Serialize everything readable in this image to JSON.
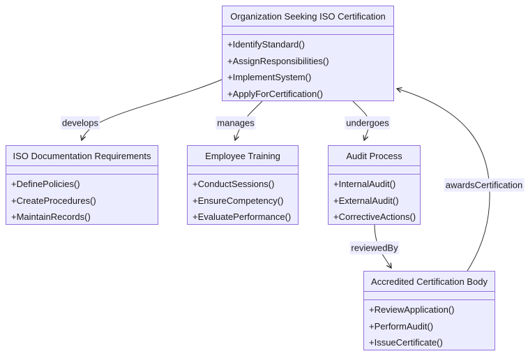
{
  "diagram": {
    "type": "uml-class-diagram",
    "colors": {
      "node_fill": "#ECECFF",
      "node_border": "#9370DB",
      "edge_line": "#333333",
      "edge_label_bg": "#ECECFF",
      "text": "#1a1a1a",
      "background": "#ffffff"
    }
  },
  "classes": [
    {
      "name": "Organization Seeking ISO Certification",
      "methods": [
        "+IdentifyStandard()",
        "+AssignResponsibilities()",
        "+ImplementSystem()",
        "+ApplyForCertification()"
      ]
    },
    {
      "name": "ISO Documentation Requirements",
      "methods": [
        "+DefinePolicies()",
        "+CreateProcedures()",
        "+MaintainRecords()"
      ]
    },
    {
      "name": "Employee Training",
      "methods": [
        "+ConductSessions()",
        "+EnsureCompetency()",
        "+EvaluatePerformance()"
      ]
    },
    {
      "name": "Audit Process",
      "methods": [
        "+InternalAudit()",
        "+ExternalAudit()",
        "+CorrectiveActions()"
      ]
    },
    {
      "name": "Accredited Certification Body",
      "methods": [
        "+ReviewApplication()",
        "+PerformAudit()",
        "+IssueCertificate()"
      ]
    }
  ],
  "edges": [
    {
      "label": "develops",
      "from": "Organization Seeking ISO Certification",
      "to": "ISO Documentation Requirements"
    },
    {
      "label": "manages",
      "from": "Organization Seeking ISO Certification",
      "to": "Employee Training"
    },
    {
      "label": "undergoes",
      "from": "Organization Seeking ISO Certification",
      "to": "Audit Process"
    },
    {
      "label": "reviewedBy",
      "from": "Audit Process",
      "to": "Accredited Certification Body"
    },
    {
      "label": "awardsCertification",
      "from": "Accredited Certification Body",
      "to": "Organization Seeking ISO Certification"
    }
  ]
}
